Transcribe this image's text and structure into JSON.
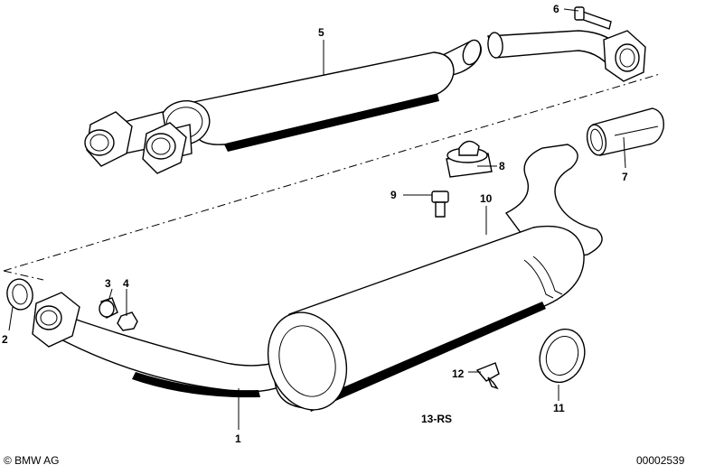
{
  "diagram": {
    "callouts": {
      "p1": "1",
      "p2": "2",
      "p3": "3",
      "p4": "4",
      "p5": "5",
      "p6": "6",
      "p7": "7",
      "p8": "8",
      "p9": "9",
      "p10": "10",
      "p11": "11",
      "p12": "12"
    },
    "group_label": "13-RS",
    "copyright": "© BMW AG",
    "diagram_number": "00002539"
  }
}
